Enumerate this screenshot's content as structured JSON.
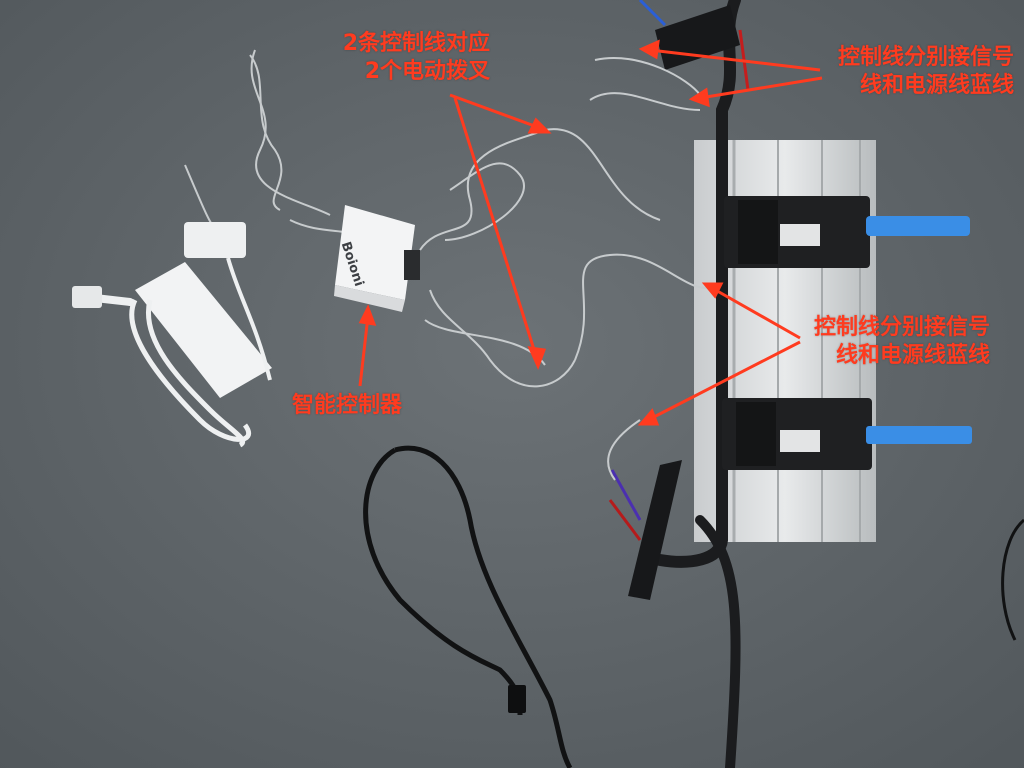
{
  "annotations": {
    "forks_label_line1": "2条控制线对应",
    "forks_label_line2": "2个电动拨叉",
    "wires_top_line1": "控制线分别接信号",
    "wires_top_line2": "线和电源线蓝线",
    "wires_mid_line1": "控制线分别接信号",
    "wires_mid_line2": "线和电源线蓝线",
    "controller_label": "智能控制器"
  },
  "product_text": {
    "controller_brand": "Boioni"
  },
  "colors": {
    "annotation": "#ff3b1f",
    "background": "#5e6468",
    "fork_blue": "#3a8ee6"
  }
}
